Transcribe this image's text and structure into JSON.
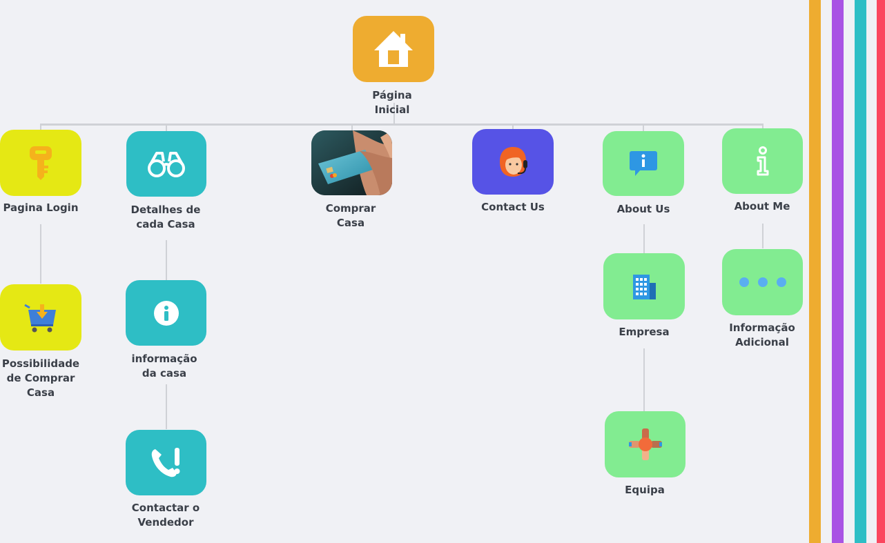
{
  "colors": {
    "orange": "#eeac30",
    "yellow": "#e5e814",
    "teal": "#2ebec5",
    "indigo": "#5653e6",
    "green": "#82ec91",
    "purple": "#a953e4",
    "red": "#fb465e",
    "connector": "#cfd1d6",
    "text": "#3a3f48",
    "background": "#f0f1f5"
  },
  "nodes": {
    "home": {
      "label": "Página\nInicial",
      "icon": "house-icon"
    },
    "login": {
      "label": "Pagina Login",
      "icon": "key-icon"
    },
    "buy_option": {
      "label": "Possibilidade\nde Comprar\nCasa",
      "icon": "cart-icon"
    },
    "details": {
      "label": "Detalhes de\ncada Casa",
      "icon": "binoculars-icon"
    },
    "house_info": {
      "label": "informação\nda casa",
      "icon": "info-circle-icon"
    },
    "contact_seller": {
      "label": "Contactar o\nVendedor",
      "icon": "phone-alert-icon"
    },
    "buy_house": {
      "label": "Comprar\nCasa",
      "icon": "credit-card-photo"
    },
    "contact_us": {
      "label": "Contact Us",
      "icon": "support-agent-icon"
    },
    "about_us": {
      "label": "About Us",
      "icon": "info-bubble-icon"
    },
    "company": {
      "label": "Empresa",
      "icon": "office-building-icon"
    },
    "team": {
      "label": "Equipa",
      "icon": "team-hands-icon"
    },
    "about_me": {
      "label": "About Me",
      "icon": "info-letter-icon"
    },
    "additional_info": {
      "label": "Informação\nAdicional",
      "icon": "more-dots-icon"
    }
  }
}
